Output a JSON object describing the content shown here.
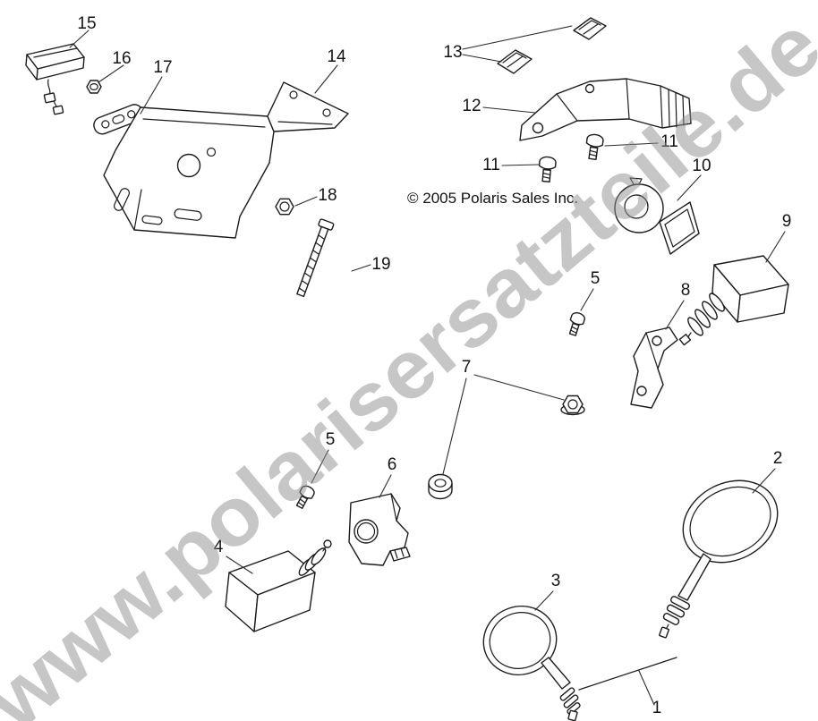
{
  "colors": {
    "background": "#ffffff",
    "line": "#1b1b1b",
    "watermark": "#8f8f8f"
  },
  "watermark": {
    "text": "www.polarisersatzteile.de"
  },
  "copyright": "© 2005 Polaris Sales Inc.",
  "callouts": {
    "n1": "1",
    "n2": "2",
    "n3": "3",
    "n4": "4",
    "n5a": "5",
    "n5b": "5",
    "n6": "6",
    "n7": "7",
    "n8": "8",
    "n9": "9",
    "n10": "10",
    "n11a": "11",
    "n11b": "11",
    "n12": "12",
    "n13": "13",
    "n14": "14",
    "n15": "15",
    "n16": "16",
    "n17": "17",
    "n18": "18",
    "n19": "19"
  }
}
